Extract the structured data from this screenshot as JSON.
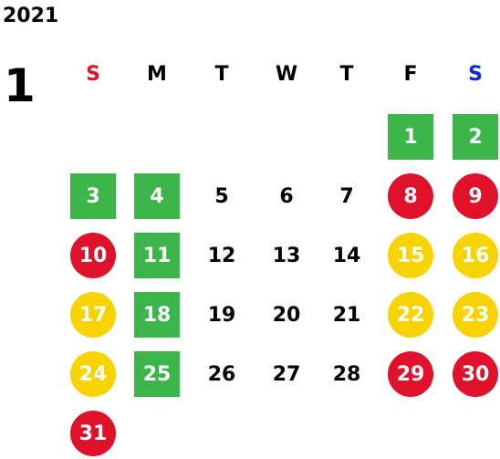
{
  "year": "2021",
  "month": "1",
  "weekday_headers": [
    {
      "label": "S",
      "color": "#e0112b"
    },
    {
      "label": "M",
      "color": "#000000"
    },
    {
      "label": "T",
      "color": "#000000"
    },
    {
      "label": "W",
      "color": "#000000"
    },
    {
      "label": "T",
      "color": "#000000"
    },
    {
      "label": "F",
      "color": "#000000"
    },
    {
      "label": "S",
      "color": "#0a2bd6"
    }
  ],
  "colors": {
    "green": "#3cb54a",
    "red": "#e0112b",
    "yellow": "#f7d400"
  },
  "days": [
    {
      "day": "1",
      "col": 5,
      "row": 0,
      "style": "green"
    },
    {
      "day": "2",
      "col": 6,
      "row": 0,
      "style": "green"
    },
    {
      "day": "3",
      "col": 0,
      "row": 1,
      "style": "green"
    },
    {
      "day": "4",
      "col": 1,
      "row": 1,
      "style": "green"
    },
    {
      "day": "5",
      "col": 2,
      "row": 1,
      "style": "plain"
    },
    {
      "day": "6",
      "col": 3,
      "row": 1,
      "style": "plain"
    },
    {
      "day": "7",
      "col": 4,
      "row": 1,
      "style": "plain"
    },
    {
      "day": "8",
      "col": 5,
      "row": 1,
      "style": "red"
    },
    {
      "day": "9",
      "col": 6,
      "row": 1,
      "style": "red"
    },
    {
      "day": "10",
      "col": 0,
      "row": 2,
      "style": "red"
    },
    {
      "day": "11",
      "col": 1,
      "row": 2,
      "style": "green"
    },
    {
      "day": "12",
      "col": 2,
      "row": 2,
      "style": "plain"
    },
    {
      "day": "13",
      "col": 3,
      "row": 2,
      "style": "plain"
    },
    {
      "day": "14",
      "col": 4,
      "row": 2,
      "style": "plain"
    },
    {
      "day": "15",
      "col": 5,
      "row": 2,
      "style": "yellow"
    },
    {
      "day": "16",
      "col": 6,
      "row": 2,
      "style": "yellow"
    },
    {
      "day": "17",
      "col": 0,
      "row": 3,
      "style": "yellow"
    },
    {
      "day": "18",
      "col": 1,
      "row": 3,
      "style": "green"
    },
    {
      "day": "19",
      "col": 2,
      "row": 3,
      "style": "plain"
    },
    {
      "day": "20",
      "col": 3,
      "row": 3,
      "style": "plain"
    },
    {
      "day": "21",
      "col": 4,
      "row": 3,
      "style": "plain"
    },
    {
      "day": "22",
      "col": 5,
      "row": 3,
      "style": "yellow"
    },
    {
      "day": "23",
      "col": 6,
      "row": 3,
      "style": "yellow"
    },
    {
      "day": "24",
      "col": 0,
      "row": 4,
      "style": "yellow"
    },
    {
      "day": "25",
      "col": 1,
      "row": 4,
      "style": "green"
    },
    {
      "day": "26",
      "col": 2,
      "row": 4,
      "style": "plain"
    },
    {
      "day": "27",
      "col": 3,
      "row": 4,
      "style": "plain"
    },
    {
      "day": "28",
      "col": 4,
      "row": 4,
      "style": "plain"
    },
    {
      "day": "29",
      "col": 5,
      "row": 4,
      "style": "red"
    },
    {
      "day": "30",
      "col": 6,
      "row": 4,
      "style": "red"
    },
    {
      "day": "31",
      "col": 0,
      "row": 5,
      "style": "red"
    }
  ]
}
